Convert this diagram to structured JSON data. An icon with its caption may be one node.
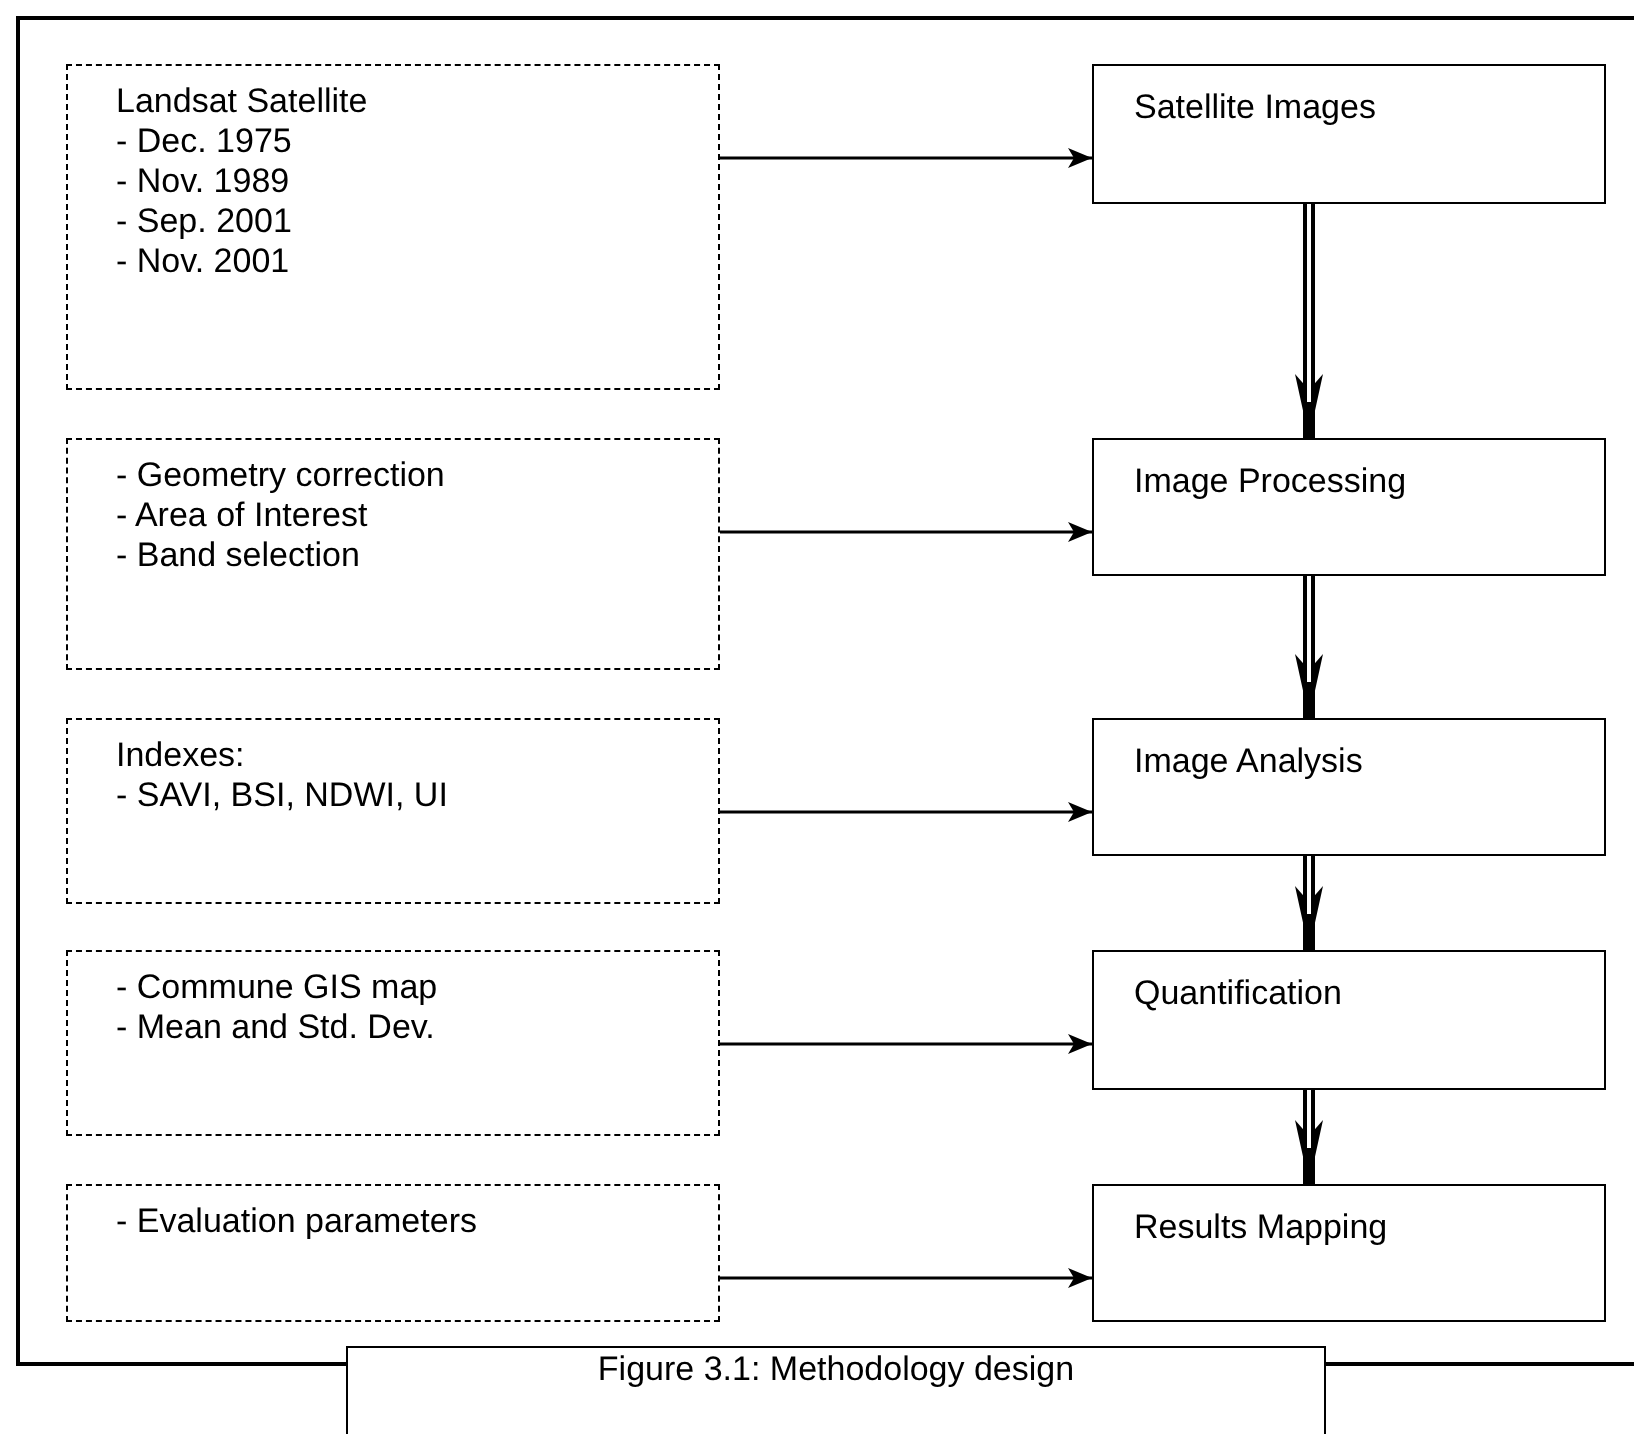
{
  "diagram": {
    "caption": "Figure 3.1: Methodology design",
    "nodes": [
      {
        "text": [
          "Landsat Satellite",
          "- Dec. 1975",
          "- Nov. 1989",
          "- Sep. 2001",
          "- Nov. 2001"
        ]
      },
      {
        "text": [
          "Satellite Images"
        ]
      },
      {
        "text": [
          "- Geometry correction",
          "- Area of Interest",
          "- Band selection"
        ]
      },
      {
        "text": [
          "Image Processing"
        ]
      },
      {
        "text": [
          "Indexes:",
          "- SAVI, BSI, NDWI, UI"
        ]
      },
      {
        "text": [
          "Image Analysis"
        ]
      },
      {
        "text": [
          "- Commune GIS map",
          "- Mean and Std. Dev."
        ]
      },
      {
        "text": [
          "Quantification"
        ]
      },
      {
        "text": [
          "- Evaluation parameters"
        ]
      },
      {
        "text": [
          "Results Mapping"
        ]
      }
    ],
    "edges": [
      {
        "from": 0,
        "to": 1,
        "arrow": "to"
      },
      {
        "from": 1,
        "to": 3,
        "arrow": "to",
        "style": "thick"
      },
      {
        "from": 2,
        "to": 3,
        "arrow": "to"
      },
      {
        "from": 3,
        "to": 5,
        "arrow": "to",
        "style": "thick"
      },
      {
        "from": 4,
        "to": 5,
        "arrow": "to"
      },
      {
        "from": 5,
        "to": 7,
        "arrow": "to",
        "style": "thick"
      },
      {
        "from": 6,
        "to": 7,
        "arrow": "to"
      },
      {
        "from": 7,
        "to": 9,
        "arrow": "to",
        "style": "thick"
      },
      {
        "from": 8,
        "to": 9,
        "arrow": "to"
      }
    ]
  }
}
